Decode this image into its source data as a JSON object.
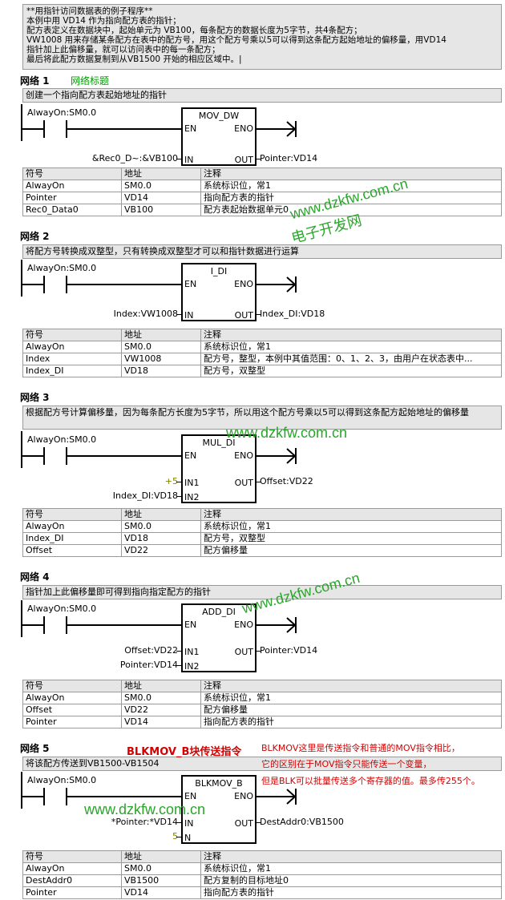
{
  "comment": {
    "lines": [
      "**用指针访问数据表的例子程序**",
      "本例中用 VD14 作为指向配方表的指针；",
      "配方表定义在数据块中，起始单元为 VB100，每条配方的数据长度为5字节，共4条配方；",
      "VW1008 用来存储某条配方在表中的配方号，用这个配方号乘以5可以得到这条配方起始地址的偏移量，用VD14",
      "指针加上此偏移量，就可以访问表中的每一条配方；",
      "最后将此配方数据复制到从VB1500 开始的相应区域中。|"
    ]
  },
  "networks": [
    {
      "label": "网络 1",
      "title": "网络标题",
      "desc": "创建一个指向配方表起始地址的指针",
      "contact": "AlwayOn:SM0.0",
      "box": {
        "name": "MOV_DW",
        "en": "EN",
        "eno": "ENO",
        "in1": "IN",
        "out": "OUT"
      },
      "in1_label": "&Rec0_D~:&VB100",
      "out_label": "Pointer:VD14",
      "table": [
        [
          "AlwayOn",
          "SM0.0",
          "系统标识位，常1"
        ],
        [
          "Pointer",
          "VD14",
          "指向配方表的指针"
        ],
        [
          "Rec0_Data0",
          "VB100",
          "配方表起始数据单元0"
        ]
      ]
    },
    {
      "label": "网络 2",
      "title": "",
      "desc": "将配方号转换成双整型，只有转换成双整型才可以和指针数据进行运算",
      "contact": "AlwayOn:SM0.0",
      "box": {
        "name": "I_DI",
        "en": "EN",
        "eno": "ENO",
        "in1": "IN",
        "out": "OUT"
      },
      "in1_label": "Index:VW1008",
      "out_label": "Index_DI:VD18",
      "table": [
        [
          "AlwayOn",
          "SM0.0",
          "系统标识位，常1"
        ],
        [
          "Index",
          "VW1008",
          "配方号，整型，本例中其值范围：0、1、2、3，由用户在状态表中..."
        ],
        [
          "Index_DI",
          "VD18",
          "配方号，双整型"
        ]
      ]
    },
    {
      "label": "网络 3",
      "title": "",
      "desc": "根据配方号计算偏移量，因为每条配方长度为5字节，所以用这个配方号乘以5可以得到这条配方起始地址的偏移量",
      "contact": "AlwayOn:SM0.0",
      "box": {
        "name": "MUL_DI",
        "en": "EN",
        "eno": "ENO",
        "in1": "IN1",
        "in2": "IN2",
        "out": "OUT"
      },
      "in1_label": "+5",
      "in2_label": "Index_DI:VD18",
      "out_label": "Offset:VD22",
      "table": [
        [
          "AlwayOn",
          "SM0.0",
          "系统标识位，常1"
        ],
        [
          "Index_DI",
          "VD18",
          "配方号，双整型"
        ],
        [
          "Offset",
          "VD22",
          "配方偏移量"
        ]
      ]
    },
    {
      "label": "网络 4",
      "title": "",
      "desc": "指针加上此偏移量即可得到指向指定配方的指针",
      "contact": "AlwayOn:SM0.0",
      "box": {
        "name": "ADD_DI",
        "en": "EN",
        "eno": "ENO",
        "in1": "IN1",
        "in2": "IN2",
        "out": "OUT"
      },
      "in1_label": "Offset:VD22",
      "in2_label": "Pointer:VD14",
      "out_label": "Pointer:VD14",
      "table": [
        [
          "AlwayOn",
          "SM0.0",
          "系统标识位，常1"
        ],
        [
          "Offset",
          "VD22",
          "配方偏移量"
        ],
        [
          "Pointer",
          "VD14",
          "指向配方表的指针"
        ]
      ]
    },
    {
      "label": "网络 5",
      "title": "",
      "desc": "将该配方传送到VB1500-VB1504",
      "contact": "AlwayOn:SM0.0",
      "box": {
        "name": "BLKMOV_B",
        "en": "EN",
        "eno": "ENO",
        "in1": "IN",
        "in2": "N",
        "out": "OUT"
      },
      "in1_label": "*Pointer:*VD14",
      "in2_label": "5",
      "out_label": "DestAddr0:VB1500",
      "table": [
        [
          "AlwayOn",
          "SM0.0",
          "系统标识位，常1"
        ],
        [
          "DestAddr0",
          "VB1500",
          "配方复制的目标地址0"
        ],
        [
          "Pointer",
          "VD14",
          "指向配方表的指针"
        ]
      ]
    }
  ],
  "table_headers": [
    "符号",
    "地址",
    "注释"
  ],
  "watermarks": {
    "site": "www.dzkfw.com.cn",
    "site_name": "电子开发网"
  },
  "annotations": {
    "blk_title": "BLKMOV_B块传送指令",
    "note1": "BLKMOV这里是传送指令和普通的MOV指令相比，",
    "note2": "它的区别在于MOV指令只能传送一个变量，",
    "note3": "但是BLK可以批量传送多个寄存器的值。最多传255个。"
  },
  "colors": {
    "panel": "#e6e6e6",
    "accent_green": "#2aa52a",
    "note_red": "#d40000",
    "title_green": "#00a000"
  }
}
